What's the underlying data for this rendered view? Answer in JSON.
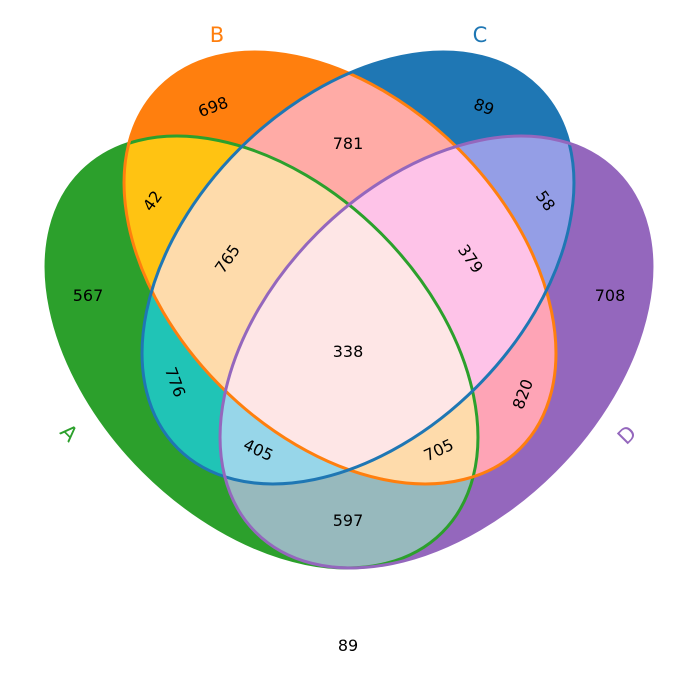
{
  "sets": {
    "A": {
      "label": "A",
      "color": "#2ca02c"
    },
    "B": {
      "label": "B",
      "color": "#ff7f0e"
    },
    "C": {
      "label": "C",
      "color": "#1f77b4"
    },
    "D": {
      "label": "D",
      "color": "#9467bd"
    }
  },
  "regions": {
    "A": "567",
    "B": "698",
    "C": "89",
    "D": "708",
    "AB": "42",
    "AC": "776",
    "AD": "597",
    "BC": "781",
    "BD": "820",
    "CD": "58",
    "ABC": "765",
    "ABD": "705",
    "ACD": "405",
    "BCD": "379",
    "ABCD": "338",
    "outside": "89"
  }
}
